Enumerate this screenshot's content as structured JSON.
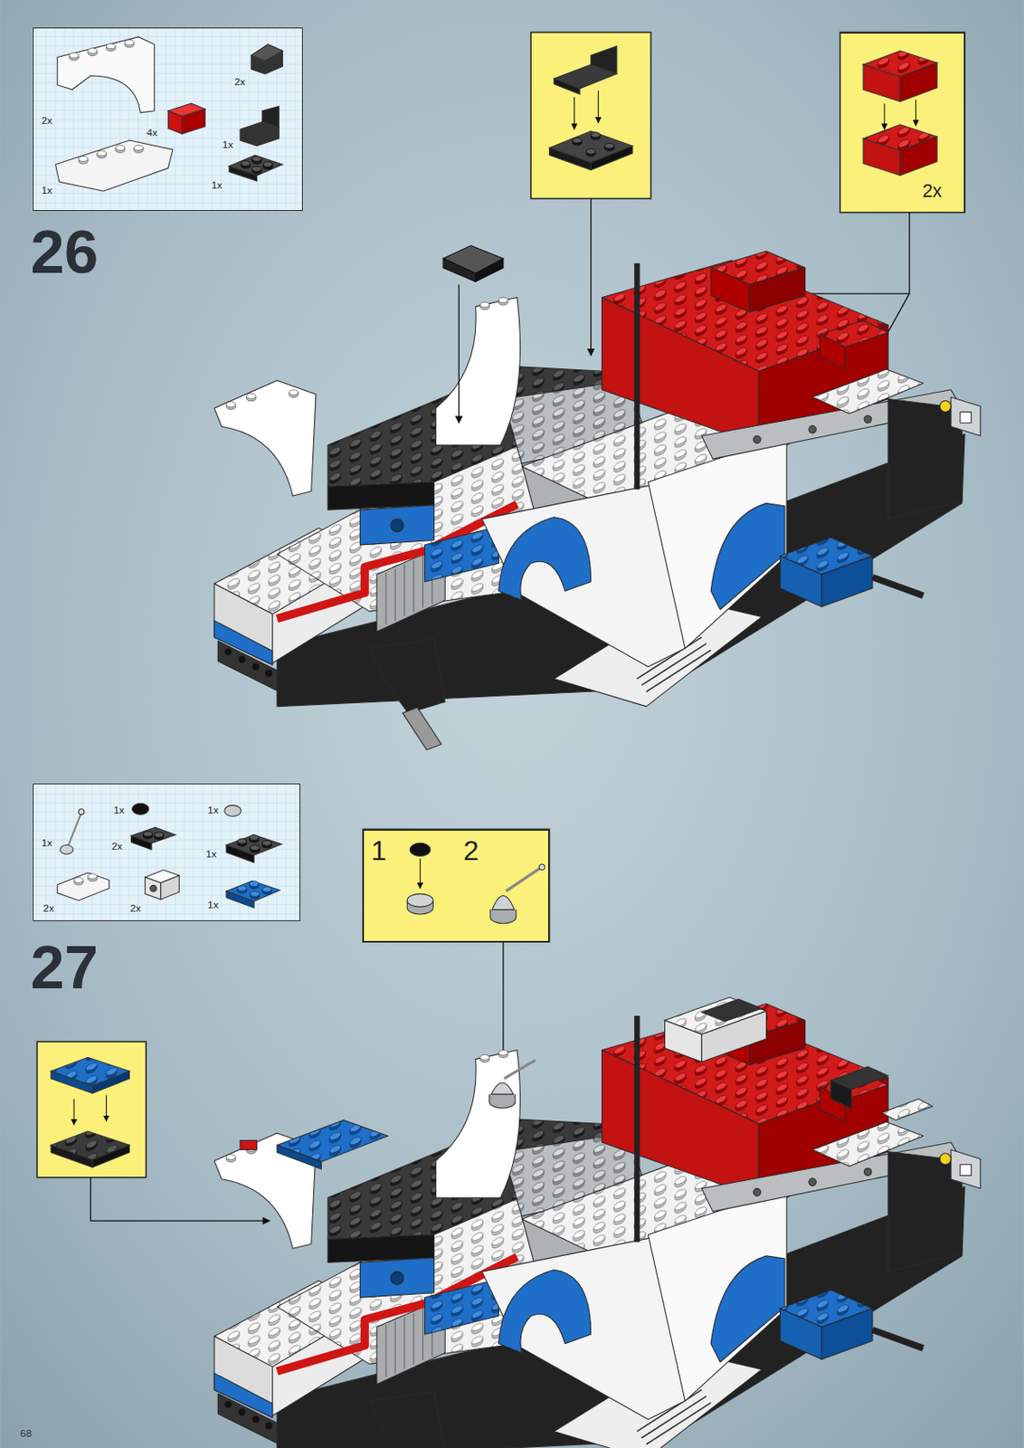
{
  "diagram": {
    "nodes": [
      {
        "text": [
          "2x",
          "2x",
          "4x",
          "1x",
          "1x",
          "1x"
        ]
      },
      {
        "text": [
          "2x"
        ]
      },
      {
        "text": [
          "1x",
          "1x",
          "1x",
          "2x",
          "1x",
          "2x",
          "2x",
          "1x"
        ]
      },
      {
        "text": [
          "1",
          "2"
        ]
      }
    ],
    "labels": [
      "26",
      "27",
      "68"
    ]
  }
}
